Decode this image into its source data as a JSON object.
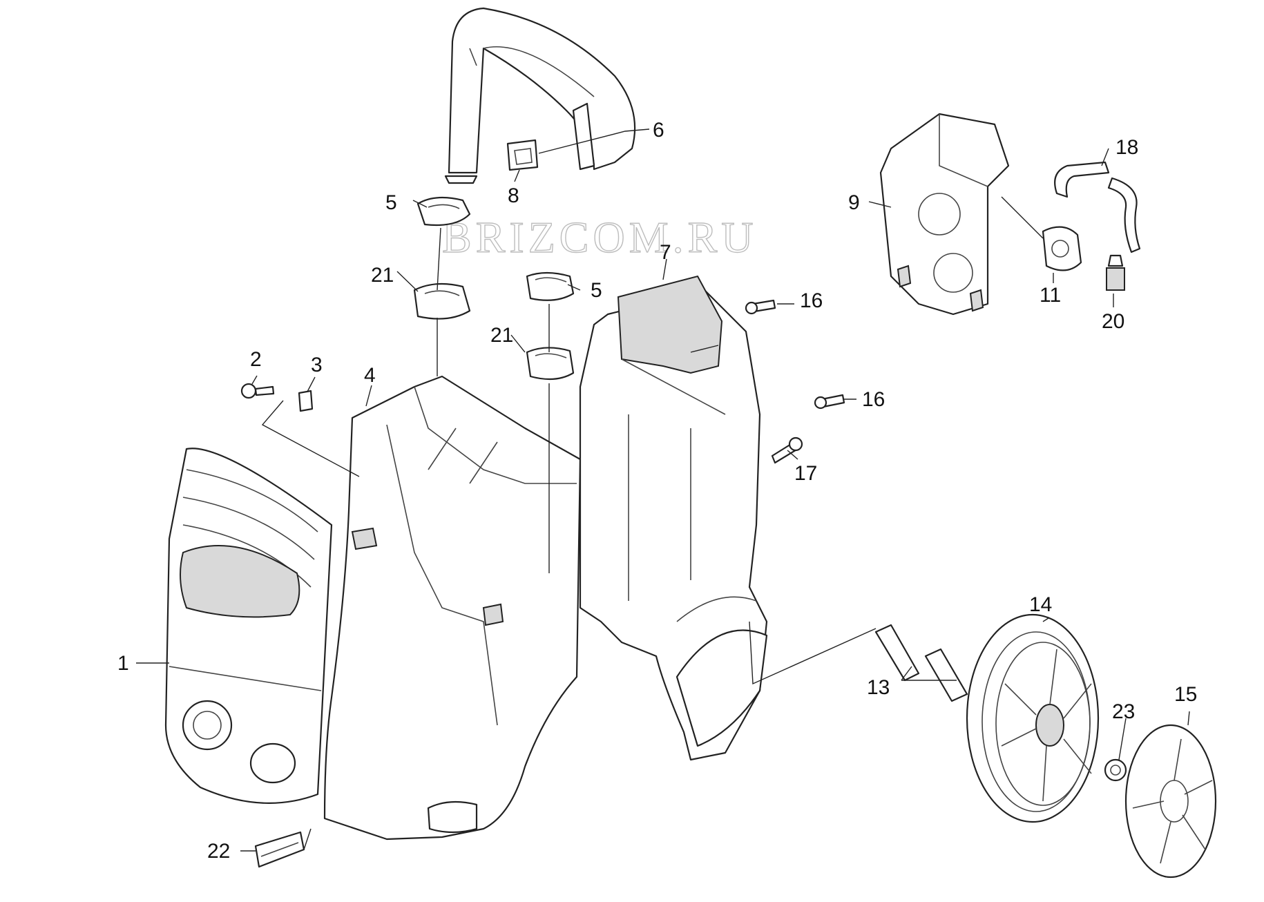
{
  "watermark": "BRIZCOM.RU",
  "colors": {
    "line": "#222222",
    "shade": "#d9d9d9",
    "background": "#ffffff"
  },
  "callouts": [
    {
      "id": "c1",
      "label": "1"
    },
    {
      "id": "c2",
      "label": "2"
    },
    {
      "id": "c3",
      "label": "3"
    },
    {
      "id": "c4",
      "label": "4"
    },
    {
      "id": "c5a",
      "label": "5"
    },
    {
      "id": "c5b",
      "label": "5"
    },
    {
      "id": "c6",
      "label": "6"
    },
    {
      "id": "c7",
      "label": "7"
    },
    {
      "id": "c8",
      "label": "8"
    },
    {
      "id": "c9",
      "label": "9"
    },
    {
      "id": "c11",
      "label": "11"
    },
    {
      "id": "c13",
      "label": "13"
    },
    {
      "id": "c14",
      "label": "14"
    },
    {
      "id": "c15",
      "label": "15"
    },
    {
      "id": "c16a",
      "label": "16"
    },
    {
      "id": "c16b",
      "label": "16"
    },
    {
      "id": "c17",
      "label": "17"
    },
    {
      "id": "c18",
      "label": "18"
    },
    {
      "id": "c20",
      "label": "20"
    },
    {
      "id": "c21a",
      "label": "21"
    },
    {
      "id": "c21b",
      "label": "21"
    },
    {
      "id": "c22",
      "label": "22"
    },
    {
      "id": "c23",
      "label": "23"
    }
  ]
}
